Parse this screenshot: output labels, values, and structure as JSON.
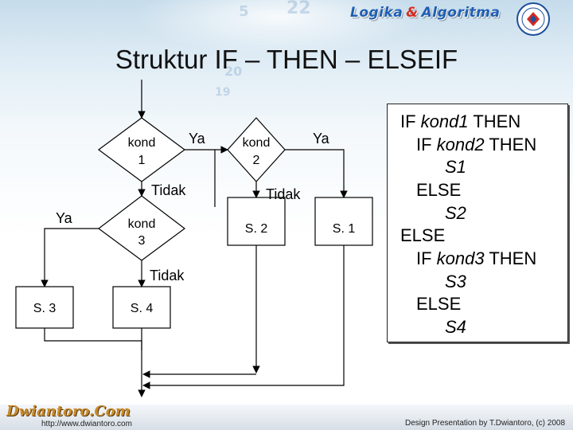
{
  "header": {
    "brand_left": "Logika",
    "brand_amp": "&",
    "brand_right": "Algoritma",
    "logo_icon": "institution-seal-icon",
    "decor_numbers": [
      "5",
      "22",
      "20",
      "19"
    ]
  },
  "title": "Struktur IF – THEN – ELSEIF",
  "diagram": {
    "nodes": {
      "kond1": [
        "kond",
        "1"
      ],
      "kond2": [
        "kond",
        "2"
      ],
      "kond3": [
        "kond",
        "3"
      ],
      "s1": "S. 1",
      "s2": "S. 2",
      "s3": "S. 3",
      "s4": "S. 4"
    },
    "labels": {
      "ya_1": "Ya",
      "tidak_1": "Tidak",
      "ya_2": "Ya",
      "tidak_2": "Tidak",
      "ya_3": "Ya",
      "tidak_3": "Tidak"
    }
  },
  "code": {
    "lines": [
      {
        "kw": "IF ",
        "it": "kond1",
        "post": " THEN"
      },
      {
        "kw": "IF ",
        "it": "kond2",
        "post": " THEN"
      },
      {
        "kw": "",
        "it": "S1",
        "post": ""
      },
      {
        "kw": "ELSE",
        "it": "",
        "post": ""
      },
      {
        "kw": "",
        "it": "S2",
        "post": ""
      },
      {
        "kw": "ELSE",
        "it": "",
        "post": ""
      },
      {
        "kw": "IF ",
        "it": "kond3",
        "post": " THEN"
      },
      {
        "kw": "",
        "it": "S3",
        "post": ""
      },
      {
        "kw": "ELSE",
        "it": "",
        "post": ""
      },
      {
        "kw": "",
        "it": "S4",
        "post": ""
      }
    ]
  },
  "footer": {
    "logo_text": "Dwiantoro.Com",
    "url": "http://www.dwiantoro.com",
    "credit": "Design Presentation by T.Dwiantoro, (c) 2008"
  }
}
